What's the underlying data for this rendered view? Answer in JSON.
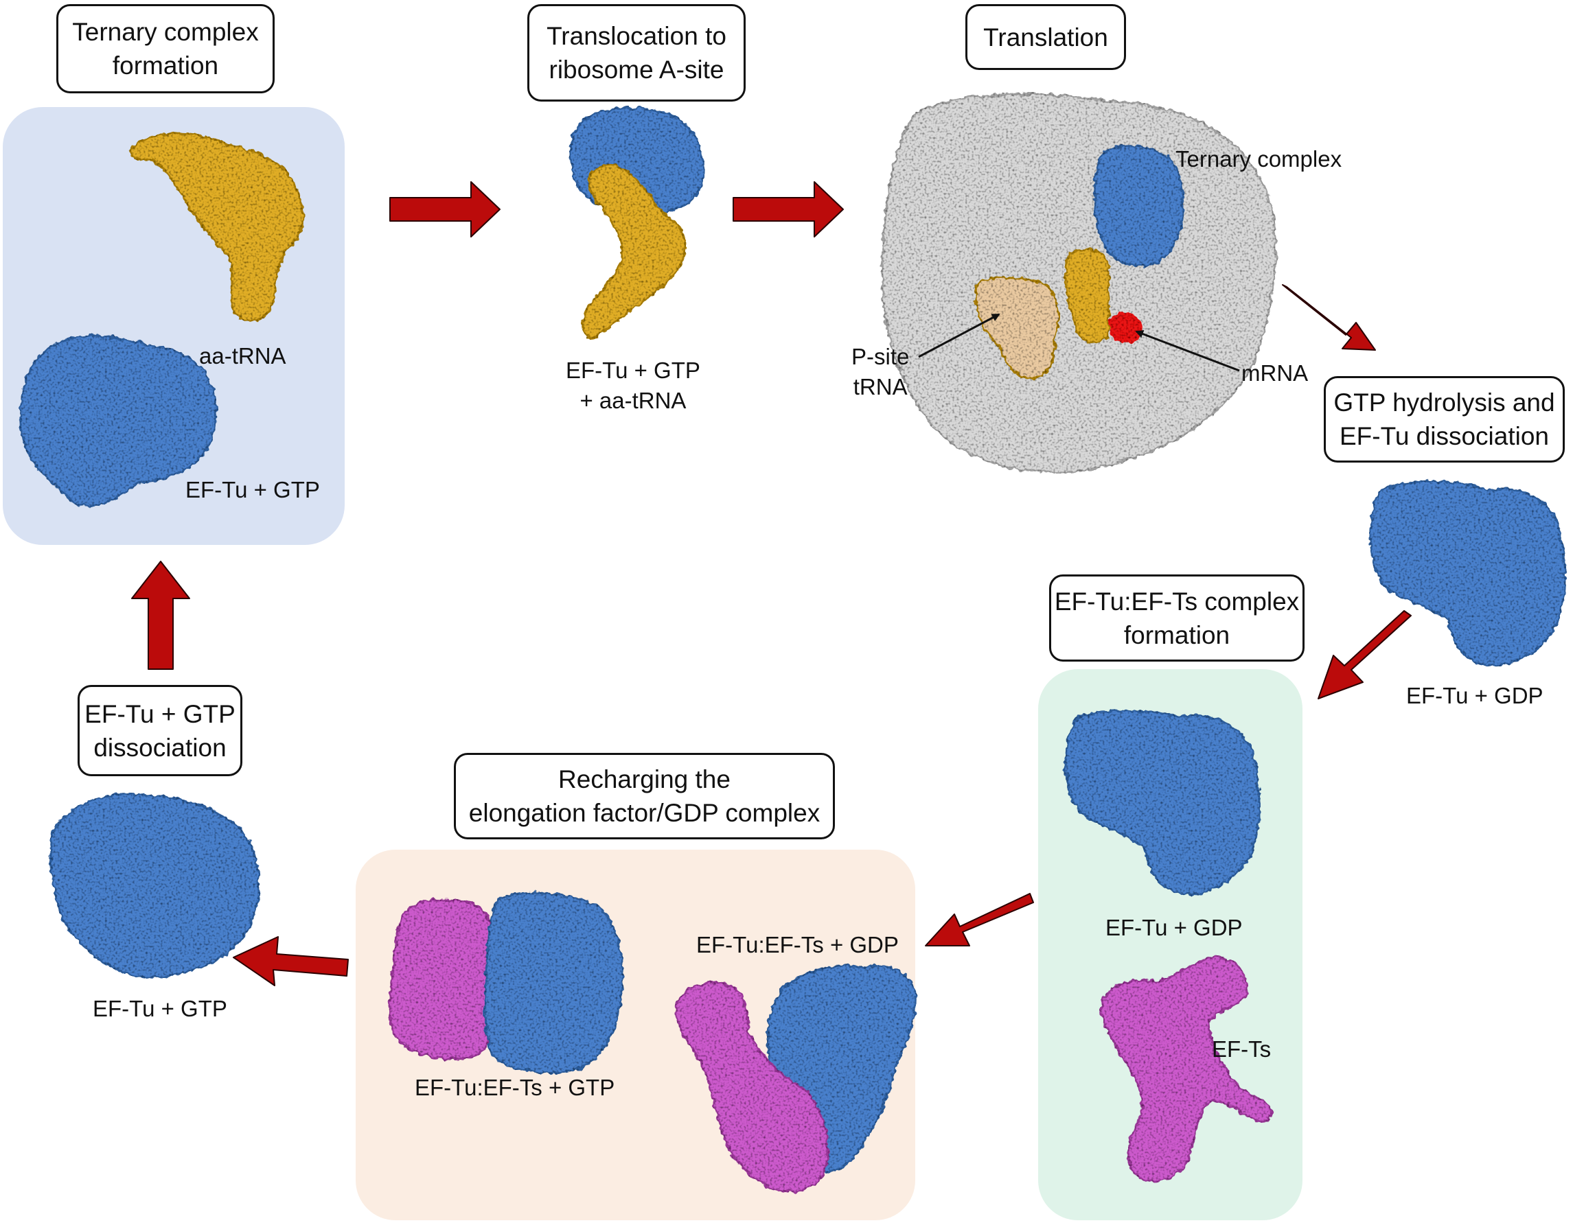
{
  "colors": {
    "ef_tu": "#4a80cc",
    "ef_tu_dark": "#2f5e9e",
    "trna": "#e0ad26",
    "trna_dark": "#a97e10",
    "ef_ts": "#cc5acc",
    "ef_ts_dark": "#9a3898",
    "ribosome": "#d8d8d8",
    "ribosome_dark": "#a2a2a2",
    "p_site_trna": "#e9c9a0",
    "mrna": "#e81515",
    "arrow": "#bb0b0b",
    "arrow_outline": "#2a0000",
    "panel_ternary": "#d9e2f3",
    "panel_ef_ts": "#dff3e9",
    "panel_recharge": "#fbede2"
  },
  "stages": {
    "ternary_complex_formation": {
      "lines": [
        "Ternary complex",
        "formation"
      ]
    },
    "translocation": {
      "lines": [
        "Translocation to",
        "ribosome A-site"
      ]
    },
    "translation": {
      "lines": [
        "Translation"
      ]
    },
    "gtp_hydrolysis": {
      "lines": [
        "GTP hydrolysis and",
        "EF-Tu dissociation"
      ]
    },
    "ef_ts_complex_formation": {
      "lines": [
        "EF-Tu:EF-Ts complex",
        "formation"
      ]
    },
    "recharging": {
      "lines": [
        "Recharging the",
        "elongation factor/GDP complex"
      ]
    },
    "ef_tu_gtp_dissociation": {
      "lines": [
        "EF-Tu + GTP",
        "dissociation"
      ]
    }
  },
  "molecules": {
    "aa_trna": "aa-tRNA",
    "ef_tu_gtp_panel": "EF-Tu + GTP",
    "ternary_lines": [
      "EF-Tu + GTP",
      "+ aa-tRNA"
    ],
    "ribosome_ternary": "Ternary complex",
    "p_site_lines": [
      "P-site",
      "tRNA"
    ],
    "mrna": "mRNA",
    "ef_tu_gdp_right": "EF-Tu + GDP",
    "ef_tu_gdp_panel": "EF-Tu + GDP",
    "ef_ts": "EF-Ts",
    "ef_tu_ef_ts_gdp": "EF-Tu:EF-Ts + GDP",
    "ef_tu_ef_ts_gtp": "EF-Tu:EF-Ts + GTP",
    "ef_tu_gtp_bottom": "EF-Tu + GTP"
  }
}
